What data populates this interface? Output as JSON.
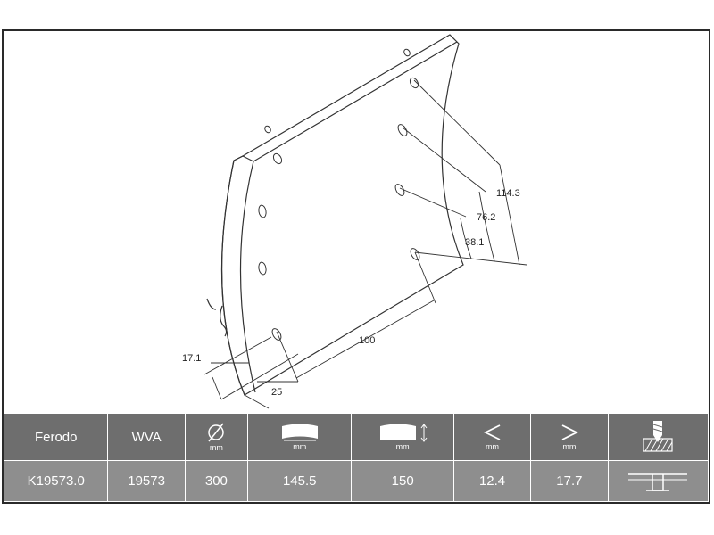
{
  "dimensions": {
    "d114": "114.3",
    "d76": "76.2",
    "d38": "38.1",
    "d100": "100",
    "d17": "17.1",
    "d25": "25"
  },
  "table": {
    "headers": {
      "ferodo": "Ferodo",
      "wva": "WVA",
      "diameter_unit": "mm",
      "width_unit": "mm",
      "length_unit": "mm",
      "min_unit": "mm",
      "max_unit": "mm"
    },
    "header_icons": [
      "diameter-icon",
      "curved-width-icon",
      "curved-length-icon",
      "less-than-icon",
      "greater-than-icon",
      "rivet-drill-icon"
    ],
    "values": {
      "ferodo": "K19573.0",
      "wva": "19573",
      "diameter": "300",
      "width": "145.5",
      "length": "150",
      "min": "12.4",
      "max": "17.7"
    },
    "row_icon": "rivet-profile-icon"
  }
}
